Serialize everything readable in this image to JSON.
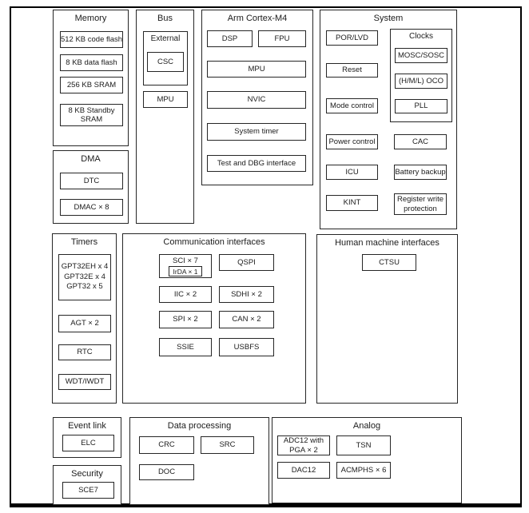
{
  "sections": {
    "memory": {
      "title": "Memory",
      "items": [
        "512 KB code flash",
        "8 KB data flash",
        "256 KB SRAM",
        "8 KB Standby SRAM"
      ]
    },
    "dma": {
      "title": "DMA",
      "items": [
        "DTC",
        "DMAC × 8"
      ]
    },
    "bus": {
      "title": "Bus",
      "external": {
        "label": "External",
        "item": "CSC"
      },
      "mpu": "MPU"
    },
    "cortex": {
      "title": "Arm Cortex-M4",
      "row": [
        "DSP",
        "FPU"
      ],
      "items": [
        "MPU",
        "NVIC",
        "System timer",
        "Test and DBG interface"
      ]
    },
    "system": {
      "title": "System",
      "left_items": [
        "POR/LVD",
        "Reset",
        "Mode control",
        "Power control",
        "ICU",
        "KINT"
      ],
      "clocks": {
        "title": "Clocks",
        "items": [
          "MOSC/SOSC",
          "(H/M/L) OCO",
          "PLL"
        ]
      },
      "right_items": [
        "CAC",
        "Battery backup",
        "Register write protection"
      ]
    },
    "timers": {
      "title": "Timers",
      "gpt": [
        "GPT32EH x 4",
        "GPT32E x 4",
        "GPT32 x 5"
      ],
      "items": [
        "AGT × 2",
        "RTC",
        "WDT/IWDT"
      ]
    },
    "comm": {
      "title": "Communication interfaces",
      "sci": "SCI × 7",
      "irda": "IrDA × 1",
      "left_items": [
        "IIC × 2",
        "SPI × 2",
        "SSIE"
      ],
      "right_items": [
        "QSPI",
        "SDHI × 2",
        "CAN × 2",
        "USBFS"
      ]
    },
    "hmi": {
      "title": "Human machine interfaces",
      "item": "CTSU"
    },
    "event_link": {
      "title": "Event link",
      "item": "ELC"
    },
    "security": {
      "title": "Security",
      "item": "SCE7"
    },
    "data_processing": {
      "title": "Data processing",
      "items": [
        "CRC",
        "SRC",
        "DOC"
      ]
    },
    "analog": {
      "title": "Analog",
      "items": [
        "ADC12 with PGA × 2",
        "TSN",
        "DAC12",
        "ACMPHS × 6"
      ]
    }
  },
  "colors": {
    "line": "#262626",
    "frame": "#000000",
    "background": "#ffffff"
  }
}
